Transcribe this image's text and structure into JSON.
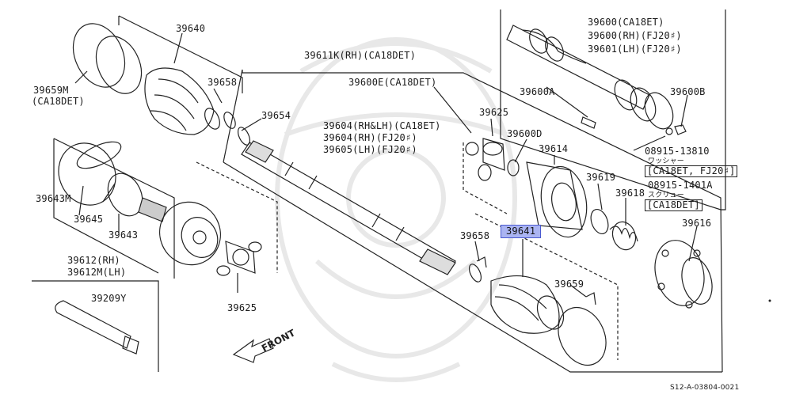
{
  "diagram": {
    "watermark_color": "#e6e6e6",
    "line_color": "#222222",
    "highlight_color": "#aab4f2",
    "labels": {
      "p39640": "39640",
      "p39659m": "39659M",
      "p39659m_note": "(CA18DET)",
      "p39658_left": "39658",
      "p39611k": "39611K(RH)(CA18DET)",
      "p39654": "39654",
      "p39600e": "39600E(CA18DET)",
      "p39604_rhlh": "39604(RH&LH)(CA18ET)",
      "p39604_rh": "39604(RH)(FJ20♯)",
      "p39605_lh": "39605(LH)(FJ20♯)",
      "p39625_top": "39625",
      "p39600d": "39600D",
      "p39614": "39614",
      "p39619": "39619",
      "p39618": "39618",
      "p39643m": "39643M",
      "p39645": "39645",
      "p39643": "39643",
      "p39612_rh": "39612(RH)",
      "p39612m_lh": "39612M(LH)",
      "p39209y": "39209Y",
      "p39625_bottom": "39625",
      "p39658_right": "39658",
      "p39641": "39641",
      "p39659": "39659",
      "p39616": "39616",
      "p39600": "39600(CA18ET)",
      "p39600_rh": "39600(RH)(FJ20♯)",
      "p39601_lh": "39601(LH)(FJ20♯)",
      "p39600a": "39600A",
      "p39600b": "39600B",
      "washer_no": "08915-13810",
      "washer_jp": "ワッシャー",
      "washer_note": "[CA18ET, FJ20♯]",
      "screw_no": "08915-1401A",
      "screw_jp": "スクリュー",
      "screw_note": "[CA18DET]",
      "front": "FRONT",
      "ref_code": "S12-A-03804-0021"
    }
  }
}
